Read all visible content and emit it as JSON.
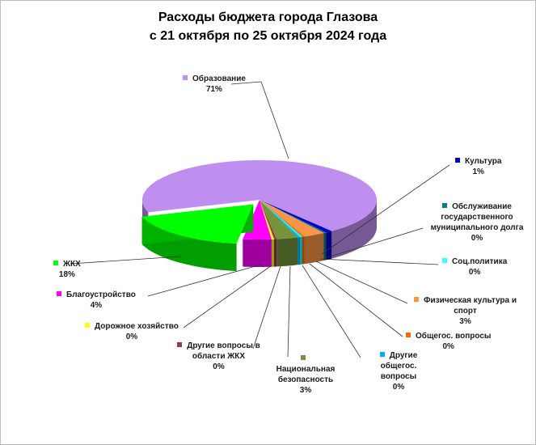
{
  "chart_data": {
    "type": "pie",
    "title_line1": "Расходы бюджета города Глазова",
    "title_line2": "с 21 октября по 25 октября 2024 года",
    "style": "3d-exploded",
    "slices": [
      {
        "name": "Культура",
        "value": 1,
        "label": "1%",
        "color": "#0000cc",
        "marker": "#0000cc"
      },
      {
        "name": "Обслуживание государственного муниципального  долга",
        "value": 0,
        "label": "0%",
        "color": "#008080",
        "marker": "#008080"
      },
      {
        "name": "Физическая культура и спорт",
        "value": 3,
        "label": "3%",
        "color": "#f79646",
        "marker": "#f79646"
      },
      {
        "name": "Общегос.  вопросы",
        "value": 0,
        "label": "0%",
        "color": "#ff6600",
        "marker": "#ff6600"
      },
      {
        "name": "Соц.политика",
        "value": 0,
        "label": "0%",
        "color": "#00ffff",
        "marker": "#33ffff"
      },
      {
        "name": "Другие общегос. вопросы",
        "value": 0,
        "label": "0%",
        "color": "#00b0f0",
        "marker": "#00b0f0"
      },
      {
        "name": "Национальная безопасность",
        "value": 3,
        "label": "3%",
        "color": "#77933c",
        "marker": "#77933c"
      },
      {
        "name": "Другие вопросы в области ЖКХ",
        "value": 0,
        "label": "0%",
        "color": "#993366",
        "marker": "#993366"
      },
      {
        "name": "Дорожное хозяйство",
        "value": 0,
        "label": "0%",
        "color": "#ffff00",
        "marker": "#ffff00"
      },
      {
        "name": "Благоустройство",
        "value": 4,
        "label": "4%",
        "color": "#ff00ff",
        "marker": "#ff00ff"
      },
      {
        "name": "ЖКХ",
        "value": 18,
        "label": "18%",
        "color": "#00ff00",
        "marker": "#00ff00"
      },
      {
        "name": "Образование",
        "value": 71,
        "label": "71%",
        "color": "#bf8ff0",
        "marker": "#bf8ff0"
      }
    ]
  }
}
